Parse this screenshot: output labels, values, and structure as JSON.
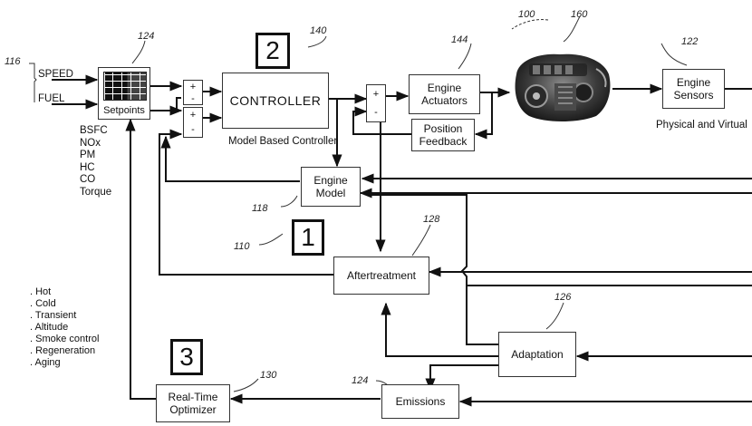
{
  "refs": {
    "r100": "100",
    "r160": "160",
    "r116": "116",
    "r124a": "124",
    "r140": "140",
    "r144": "144",
    "r122": "122",
    "r118": "118",
    "r110": "110",
    "r128": "128",
    "r126": "126",
    "r124b": "124",
    "r130": "130"
  },
  "stage_numbers": {
    "n1": "1",
    "n2": "2",
    "n3": "3"
  },
  "inputs": {
    "speed": "SPEED",
    "fuel": "FUEL"
  },
  "setpoints_label": "Setpoints",
  "setpoint_outputs": [
    "BSFC",
    "NOx",
    "PM",
    "HC",
    "CO",
    "Torque"
  ],
  "summers": {
    "plus": "+",
    "minus": "-"
  },
  "blocks": {
    "controller": "CONTROLLER",
    "engine_actuators": "Engine\nActuators",
    "position_feedback": "Position\nFeedback",
    "engine_sensors": "Engine\nSensors",
    "engine_model": "Engine\nModel",
    "aftertreatment": "Aftertreatment",
    "adaptation": "Adaptation",
    "emissions": "Emissions",
    "rt_optimizer": "Real-Time\nOptimizer"
  },
  "captions": {
    "controller_caption": "Model Based\nController",
    "sensors_caption": "Physical\nand Virtual"
  },
  "conditions": [
    ". Hot",
    ". Cold",
    ". Transient",
    ". Altitude",
    ". Smoke control",
    ". Regeneration",
    ". Aging"
  ]
}
